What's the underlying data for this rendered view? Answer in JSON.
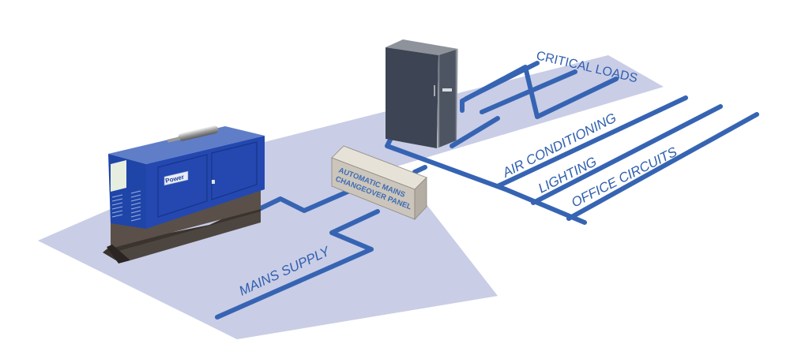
{
  "diagram": {
    "title": "Standby power distribution",
    "colors": {
      "floor": "#c9cde6",
      "wire": "#3664b3",
      "label": "#2f5fae",
      "generator_body": "#1f45a8",
      "generator_base": "#4d4540",
      "cabinet": "#3d4454",
      "panel": "#cfc9c0"
    },
    "components": {
      "generator": {
        "name": "Generator",
        "brand": "Power"
      },
      "changeover_panel": {
        "line1": "AUTOMATIC MAINS",
        "line2": "CHANGEOVER PANEL"
      },
      "ups_cabinet": {
        "name": "UPS Cabinet"
      }
    },
    "labels": {
      "mains_supply": "MAINS SUPPLY",
      "critical_loads": "CRITICAL LOADS",
      "air_conditioning": "AIR CONDITIONING",
      "lighting": "LIGHTING",
      "office_circuits": "OFFICE CIRCUITS"
    }
  }
}
